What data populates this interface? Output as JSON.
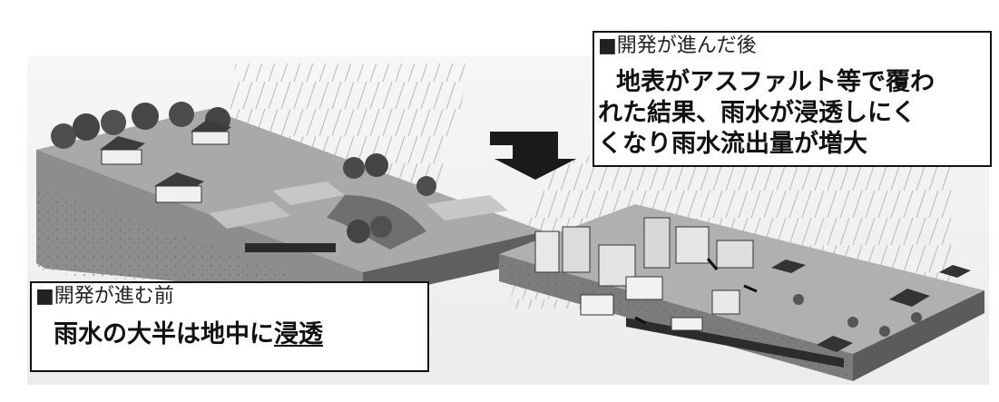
{
  "before": {
    "title": "■開発が進む前",
    "body_prefix": "雨水の大半は地中に",
    "body_emphasis": "浸透"
  },
  "after": {
    "title": "■開発が進んだ後",
    "lines": [
      "地表がアスファルト等で覆わ",
      "れた結果、雨水が浸透しにく",
      "くなり雨水流出量が増大"
    ]
  },
  "colors": {
    "callout_border": "#111111",
    "arrow": "#1a1a1a",
    "ground": "#8c8c8c"
  },
  "icons": [
    "down-arrow-icon"
  ]
}
